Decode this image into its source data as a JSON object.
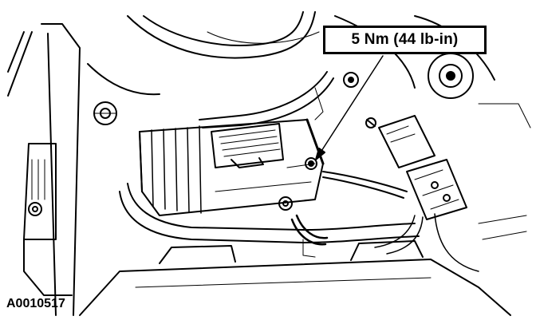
{
  "callout": {
    "torque_label": "5 Nm (44 lb-in)"
  },
  "figure": {
    "id_label": "A0010517"
  },
  "colors": {
    "ink": "#000000",
    "paper": "#ffffff",
    "shade": "#888888"
  },
  "components": [
    "engine-component-housing",
    "module-bracket",
    "electrical-connector",
    "wiring-harness",
    "mounting-bolt",
    "vacuum-hose"
  ]
}
